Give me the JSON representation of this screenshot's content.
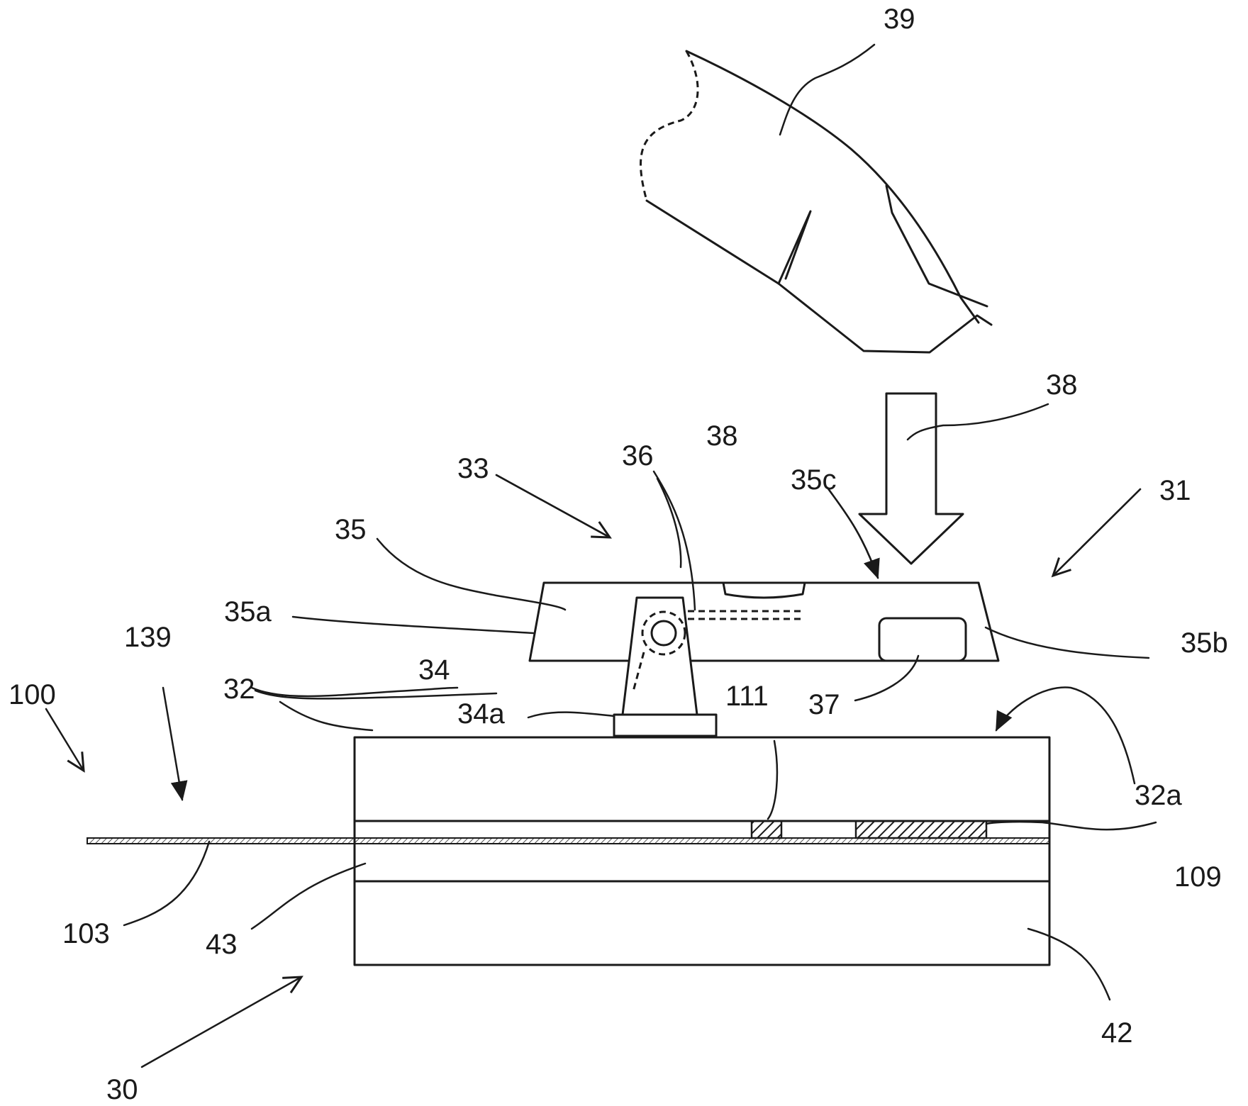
{
  "labels": {
    "l39": "39",
    "l38_top": "38",
    "l38_mid": "38",
    "l36": "36",
    "l33": "33",
    "l35c": "35c",
    "l31": "31",
    "l35": "35",
    "l35a": "35a",
    "l35b": "35b",
    "l139": "139",
    "l100": "100",
    "l34": "34",
    "l32": "32",
    "l111": "111",
    "l37": "37",
    "l34a": "34a",
    "l32a": "32a",
    "l109": "109",
    "l103": "103",
    "l43": "43",
    "l42": "42",
    "l30": "30"
  },
  "colors": {
    "ink": "#1a1a1a",
    "paper": "#ffffff"
  }
}
